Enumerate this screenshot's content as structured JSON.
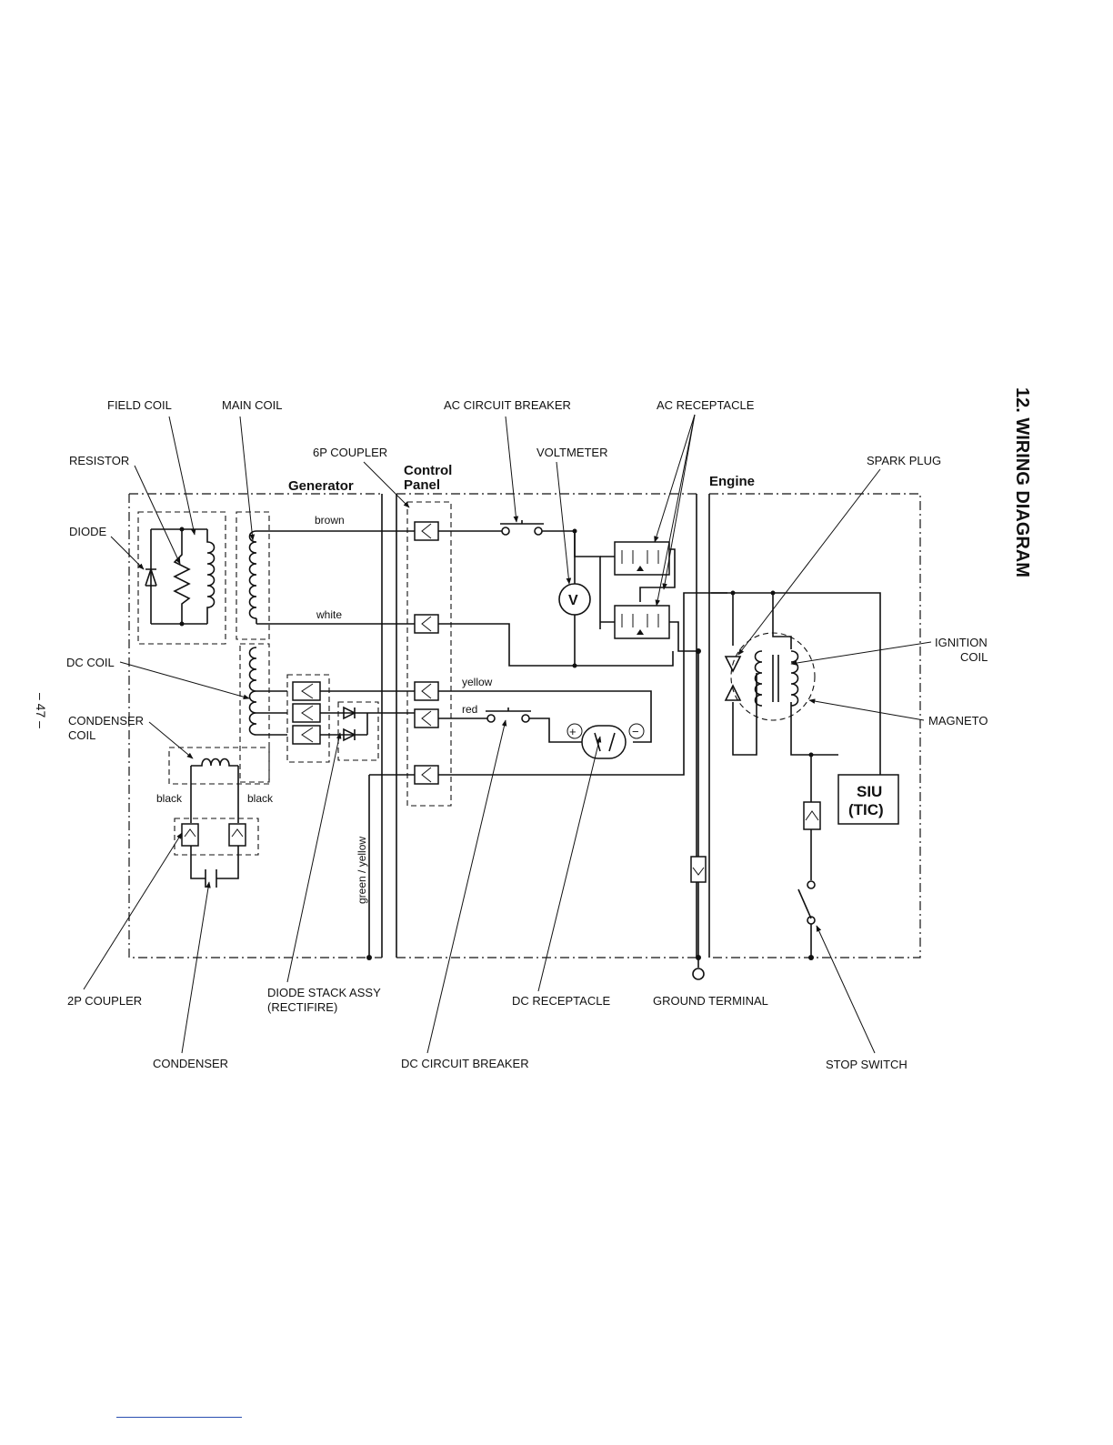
{
  "title": "12. WIRING DIAGRAM",
  "page_number": "– 47 –",
  "sections": {
    "generator": "Generator",
    "control_panel_1": "Control",
    "control_panel_2": "Panel",
    "engine": "Engine"
  },
  "labels": {
    "field_coil": "FIELD COIL",
    "main_coil": "MAIN COIL",
    "ac_circuit_breaker": "AC CIRCUIT BREAKER",
    "ac_receptacle": "AC RECEPTACLE",
    "resistor": "RESISTOR",
    "six_p_coupler": "6P COUPLER",
    "voltmeter": "VOLTMETER",
    "spark_plug": "SPARK PLUG",
    "diode": "DIODE",
    "dc_coil": "DC COIL",
    "condenser_coil_1": "CONDENSER",
    "condenser_coil_2": "COIL",
    "ignition_coil_1": "IGNITION",
    "ignition_coil_2": "COIL",
    "magneto": "MAGNETO",
    "two_p_coupler": "2P COUPLER",
    "diode_stack_1": "DIODE  STACK ASSY",
    "diode_stack_2": "(RECTIFIRE)",
    "dc_receptacle": "DC RECEPTACLE",
    "ground_terminal": "GROUND TERMINAL",
    "condenser": "CONDENSER",
    "dc_circuit_breaker": "DC CIRCUIT BREAKER",
    "stop_switch": "STOP SWITCH"
  },
  "wires": {
    "brown": "brown",
    "white": "white",
    "yellow": "yellow",
    "red": "red",
    "black_left": "black",
    "black_right": "black",
    "green_yellow": "green / yellow"
  },
  "symbols": {
    "voltmeter": "V",
    "siu_1": "SIU",
    "siu_2": "(TIC)",
    "plus": "+",
    "minus": "−"
  }
}
